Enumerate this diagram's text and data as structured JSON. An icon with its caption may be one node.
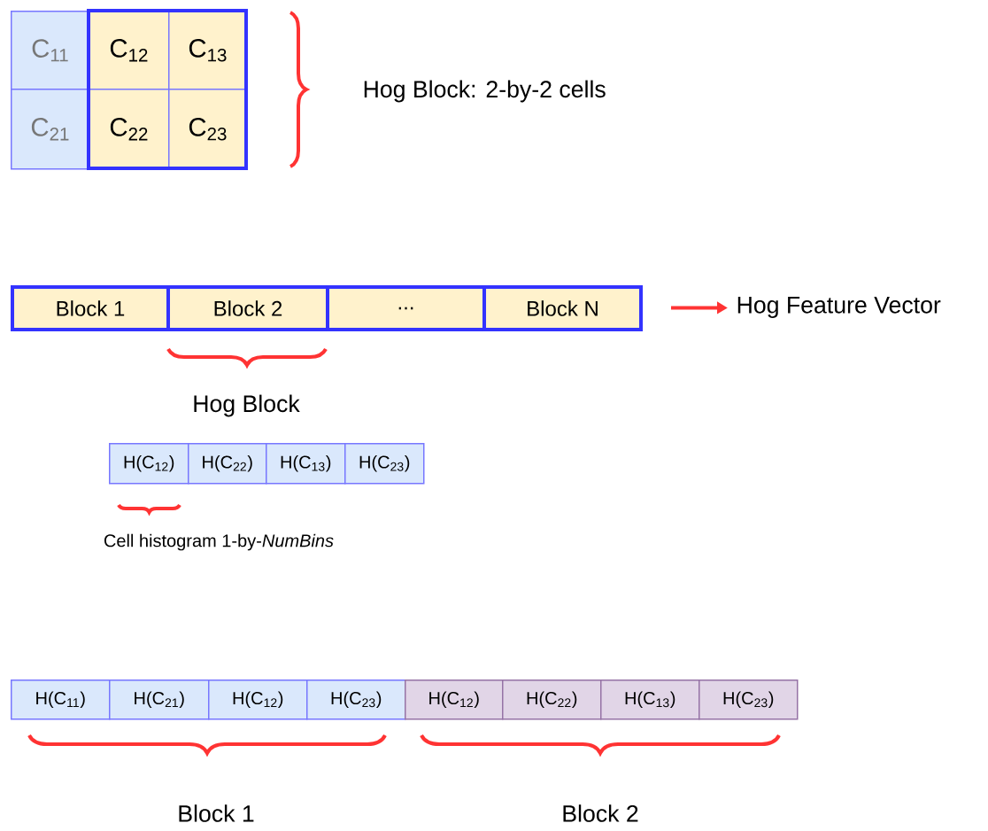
{
  "diagram": {
    "nodes": [
      {
        "text": [
          "C$_{11}$"
        ]
      },
      {
        "text": [
          "C$_{12}$"
        ]
      },
      {
        "text": [
          "C$_{13}$"
        ]
      },
      {
        "text": [
          "C$_{21}$"
        ]
      },
      {
        "text": [
          "C$_{22}$"
        ]
      },
      {
        "text": [
          "C$_{23}$"
        ]
      },
      {
        "text": [
          "Block 1"
        ]
      },
      {
        "text": [
          "Block 2"
        ]
      },
      {
        "text": [
          "..."
        ]
      },
      {
        "text": [
          "Block N"
        ]
      },
      {
        "text": [
          "Hog Feature Vector"
        ]
      },
      {
        "text": [
          "H(C$_{12}$)"
        ]
      },
      {
        "text": [
          "H(C$_{22}$)"
        ]
      },
      {
        "text": [
          "H(C$_{13}$)"
        ]
      },
      {
        "text": [
          "H(C$_{23}$)"
        ]
      },
      {
        "text": [
          "H(C$_{11}$)"
        ]
      },
      {
        "text": [
          "H(C$_{21}$)"
        ]
      },
      {
        "text": [
          "H(C$_{12}$)"
        ]
      },
      {
        "text": [
          "H(C$_{23}$)"
        ]
      },
      {
        "text": [
          "H(C$_{12}$)"
        ]
      },
      {
        "text": [
          "H(C$_{22}$)"
        ]
      },
      {
        "text": [
          "H(C$_{13}$)"
        ]
      },
      {
        "text": [
          "H(C$_{23}$)"
        ]
      }
    ],
    "edges": [
      {
        "from": 9,
        "to": 10,
        "arrow": "to",
        "color": "#ff3333"
      }
    ],
    "labels": [
      "Hog Block: 2-by-2 cells",
      "Hog Block",
      "Cell histogram 1-by-*NumBins*",
      "Block 1",
      "Block 2"
    ]
  }
}
